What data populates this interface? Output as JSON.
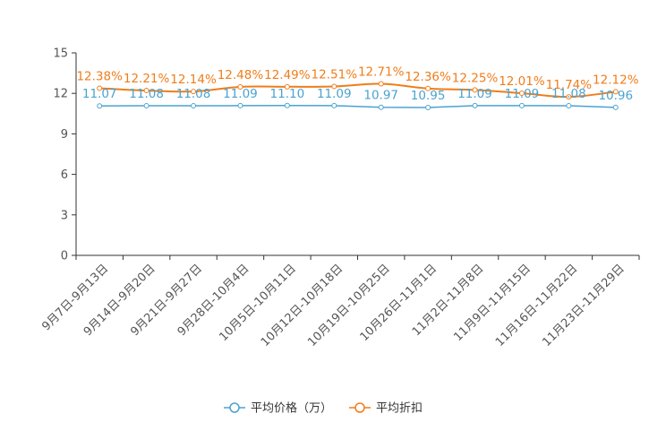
{
  "chart_data": {
    "type": "line",
    "categories": [
      "9月7日-9月13日",
      "9月14日-9月20日",
      "9月21日-9月27日",
      "9月28日-10月4日",
      "10月5日-10月11日",
      "10月12日-10月18日",
      "10月19日-10月25日",
      "10月26日-11月1日",
      "11月2日-11月8日",
      "11月9日-11月15日",
      "11月16日-11月22日",
      "11月23日-11月29日"
    ],
    "series": [
      {
        "name": "平均价格（万）",
        "color": "#4aa3d0",
        "values": [
          11.07,
          11.08,
          11.08,
          11.09,
          11.1,
          11.09,
          10.97,
          10.95,
          11.09,
          11.09,
          11.08,
          10.96
        ],
        "labels": [
          "11.07",
          "11.08",
          "11.08",
          "11.09",
          "11.10",
          "11.09",
          "10.97",
          "10.95",
          "11.09",
          "11.09",
          "11.08",
          "10.96"
        ]
      },
      {
        "name": "平均折扣",
        "color": "#f07d1a",
        "values": [
          12.38,
          12.21,
          12.14,
          12.48,
          12.49,
          12.51,
          12.71,
          12.36,
          12.25,
          12.01,
          11.74,
          12.12
        ],
        "labels": [
          "12.38%",
          "12.21%",
          "12.14%",
          "12.48%",
          "12.49%",
          "12.51%",
          "12.71%",
          "12.36%",
          "12.25%",
          "12.01%",
          "11.74%",
          "12.12%"
        ]
      }
    ],
    "yticks": [
      0,
      3,
      6,
      9,
      12,
      15
    ],
    "ylim": [
      0,
      15
    ],
    "grid": false,
    "legend_position": "bottom-center",
    "axis_color": "#333333",
    "tick_label_color": "#555555"
  }
}
